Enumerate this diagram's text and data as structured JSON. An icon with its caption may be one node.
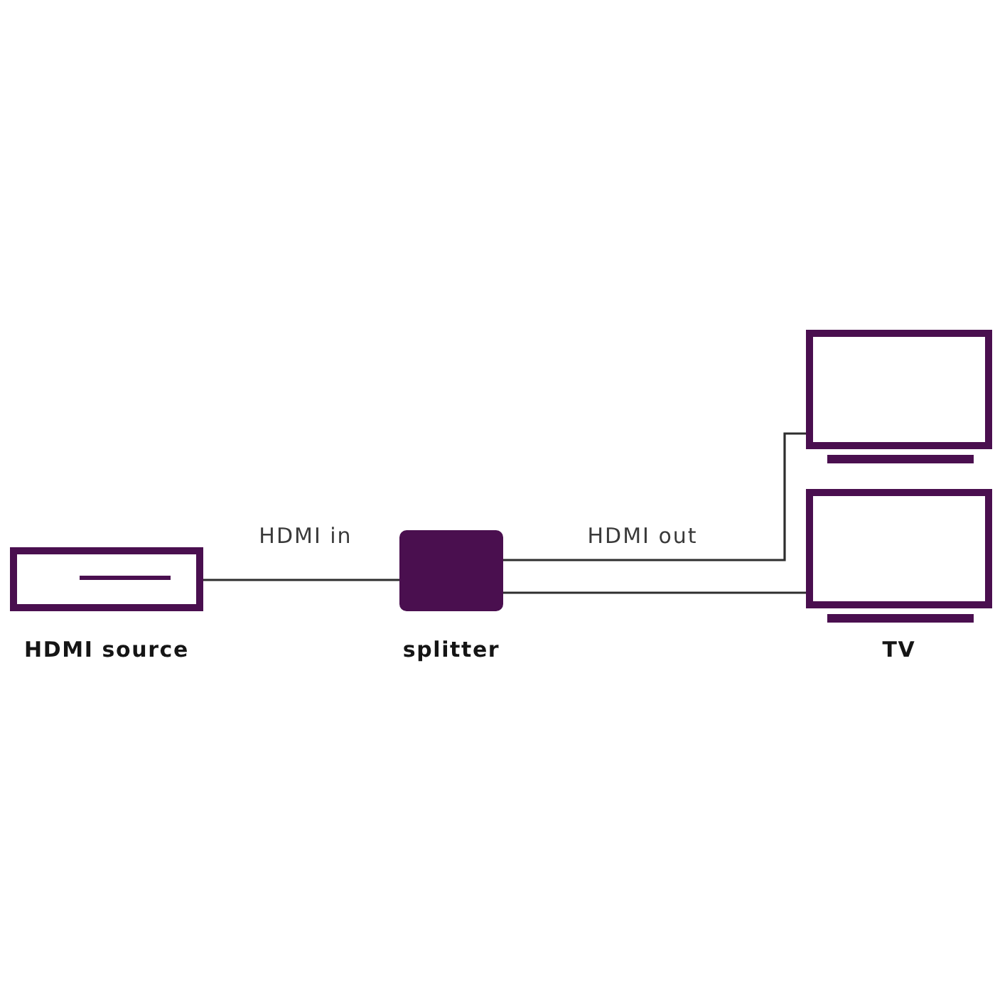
{
  "diagram": {
    "nodes": [
      {
        "text": [
          "HDMI source"
        ]
      },
      {
        "text": [
          "splitter"
        ]
      },
      {
        "text": [],
        "shape": "box"
      },
      {
        "text": [
          "TV"
        ]
      }
    ],
    "edges": [
      {
        "from": 0,
        "to": 1,
        "arrow": "none",
        "label": "HDMI in"
      },
      {
        "from": 1,
        "to": 2,
        "arrow": "none",
        "label": "HDMI out"
      },
      {
        "from": 1,
        "to": 3,
        "arrow": "none"
      }
    ]
  }
}
